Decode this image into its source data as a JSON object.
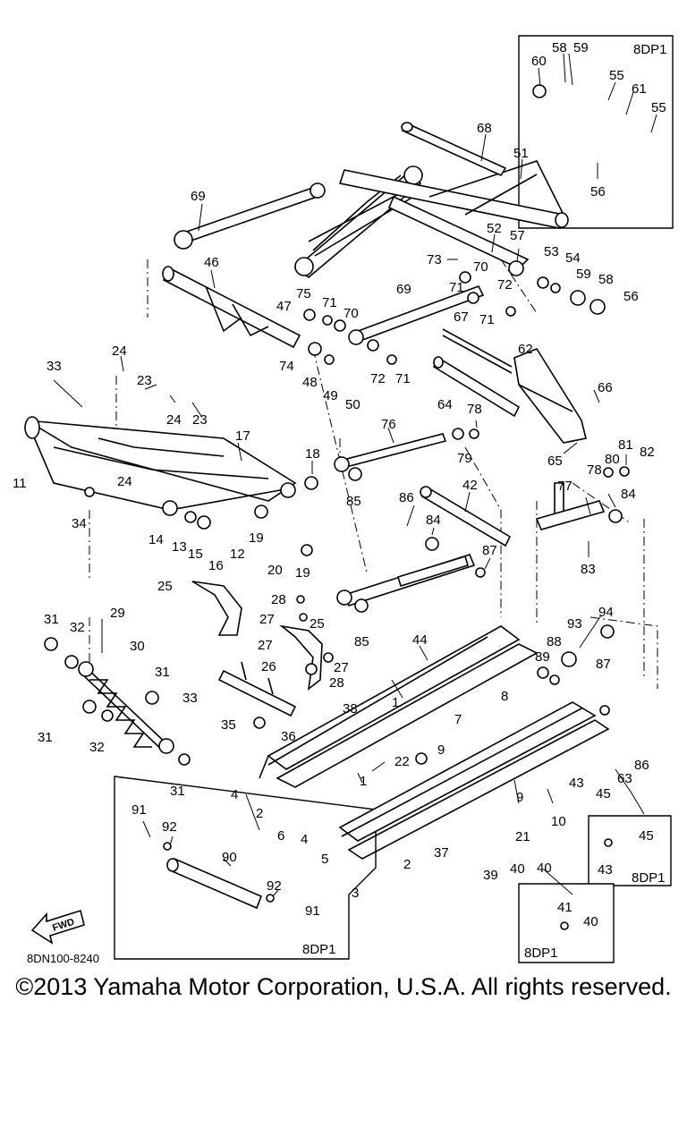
{
  "diagram": {
    "drawing_code": "8DN100-8240",
    "fwd_label": "FWD",
    "copyright": "©2013 Yamaha Motor Corporation, U.S.A. All rights reserved.",
    "inset_boxes": {
      "top_right": "8DP1",
      "mid_right": "8DP1",
      "bottom_left": "8DP1",
      "bottom_right": "8DP1"
    },
    "callouts": {
      "c1a": "1",
      "c1b": "1",
      "c2a": "2",
      "c2b": "2",
      "c3": "3",
      "c4a": "4",
      "c4b": "4",
      "c5": "5",
      "c6": "6",
      "c7": "7",
      "c8": "8",
      "c9a": "9",
      "c9b": "9",
      "c10": "10",
      "c11": "11",
      "c12": "12",
      "c13": "13",
      "c14": "14",
      "c15": "15",
      "c16": "16",
      "c17": "17",
      "c18": "18",
      "c19a": "19",
      "c19b": "19",
      "c20": "20",
      "c21": "21",
      "c22": "22",
      "c23a": "23",
      "c23b": "23",
      "c24a": "24",
      "c24b": "24",
      "c24c": "24",
      "c25a": "25",
      "c25b": "25",
      "c26": "26",
      "c27a": "27",
      "c27b": "27",
      "c27c": "27",
      "c28a": "28",
      "c28b": "28",
      "c29": "29",
      "c30": "30",
      "c31a": "31",
      "c31b": "31",
      "c31c": "31",
      "c31d": "31",
      "c32a": "32",
      "c32b": "32",
      "c33a": "33",
      "c33b": "33",
      "c34": "34",
      "c35": "35",
      "c36": "36",
      "c37": "37",
      "c38": "38",
      "c39": "39",
      "c40a": "40",
      "c40b": "40",
      "c40c": "40",
      "c41": "41",
      "c42": "42",
      "c43a": "43",
      "c43b": "43",
      "c44": "44",
      "c45a": "45",
      "c45b": "45",
      "c46": "46",
      "c47": "47",
      "c48": "48",
      "c49": "49",
      "c50": "50",
      "c51": "51",
      "c52": "52",
      "c53": "53",
      "c54": "54",
      "c55a": "55",
      "c55b": "55",
      "c56a": "56",
      "c56b": "56",
      "c57": "57",
      "c58a": "58",
      "c58b": "58",
      "c59a": "59",
      "c59b": "59",
      "c60": "60",
      "c61": "61",
      "c62": "62",
      "c63": "63",
      "c64": "64",
      "c65": "65",
      "c66": "66",
      "c67": "67",
      "c68": "68",
      "c69a": "69",
      "c69b": "69",
      "c70a": "70",
      "c70b": "70",
      "c71a": "71",
      "c71b": "71",
      "c71c": "71",
      "c71d": "71",
      "c72a": "72",
      "c72b": "72",
      "c73": "73",
      "c74": "74",
      "c75": "75",
      "c76": "76",
      "c77": "77",
      "c78a": "78",
      "c78b": "78",
      "c79": "79",
      "c80": "80",
      "c81": "81",
      "c82": "82",
      "c83": "83",
      "c84a": "84",
      "c84b": "84",
      "c85a": "85",
      "c85b": "85",
      "c86a": "86",
      "c86b": "86",
      "c87a": "87",
      "c87b": "87",
      "c88": "88",
      "c89": "89",
      "c90": "90",
      "c91a": "91",
      "c91b": "91",
      "c92a": "92",
      "c92b": "92",
      "c93": "93",
      "c94": "94"
    }
  }
}
